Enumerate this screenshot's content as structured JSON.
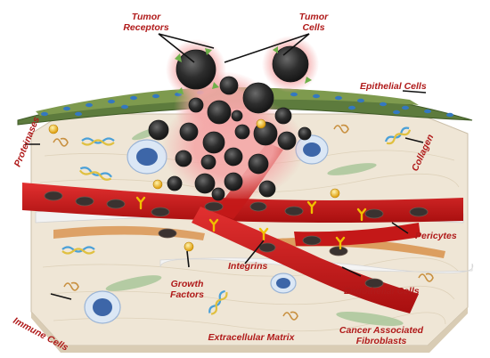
{
  "labels": {
    "tumor_receptors_l1": "Tumor",
    "tumor_receptors_l2": "Receptors",
    "tumor_cells_l1": "Tumor",
    "tumor_cells_l2": "Cells",
    "epithelial_cells": "Epithelial Cells",
    "proteinases": "Proteinases",
    "collagen": "Collagen",
    "pericytes": "Pericytes",
    "growth_factors_l1": "Growth",
    "growth_factors_l2": "Factors",
    "integrins": "Integrins",
    "endothelial_cells": "Endothelial Cells",
    "immune_cells": "Immune Cells",
    "cancer_associated_fibroblasts_l1": "Cancer Associated",
    "cancer_associated_fibroblasts_l2": "Fibroblasts",
    "extracellular_matrix": "Extracellular Matrix"
  },
  "colors": {
    "label": "#b01a1a",
    "tissue": "#ede3d2",
    "vessel": "#c81818",
    "tumor_cell": "#2b2b2b",
    "tumor_glow": "#f2a0a0",
    "epithelial": "#5b7a3a",
    "nucleus": "#2f6fb5"
  }
}
